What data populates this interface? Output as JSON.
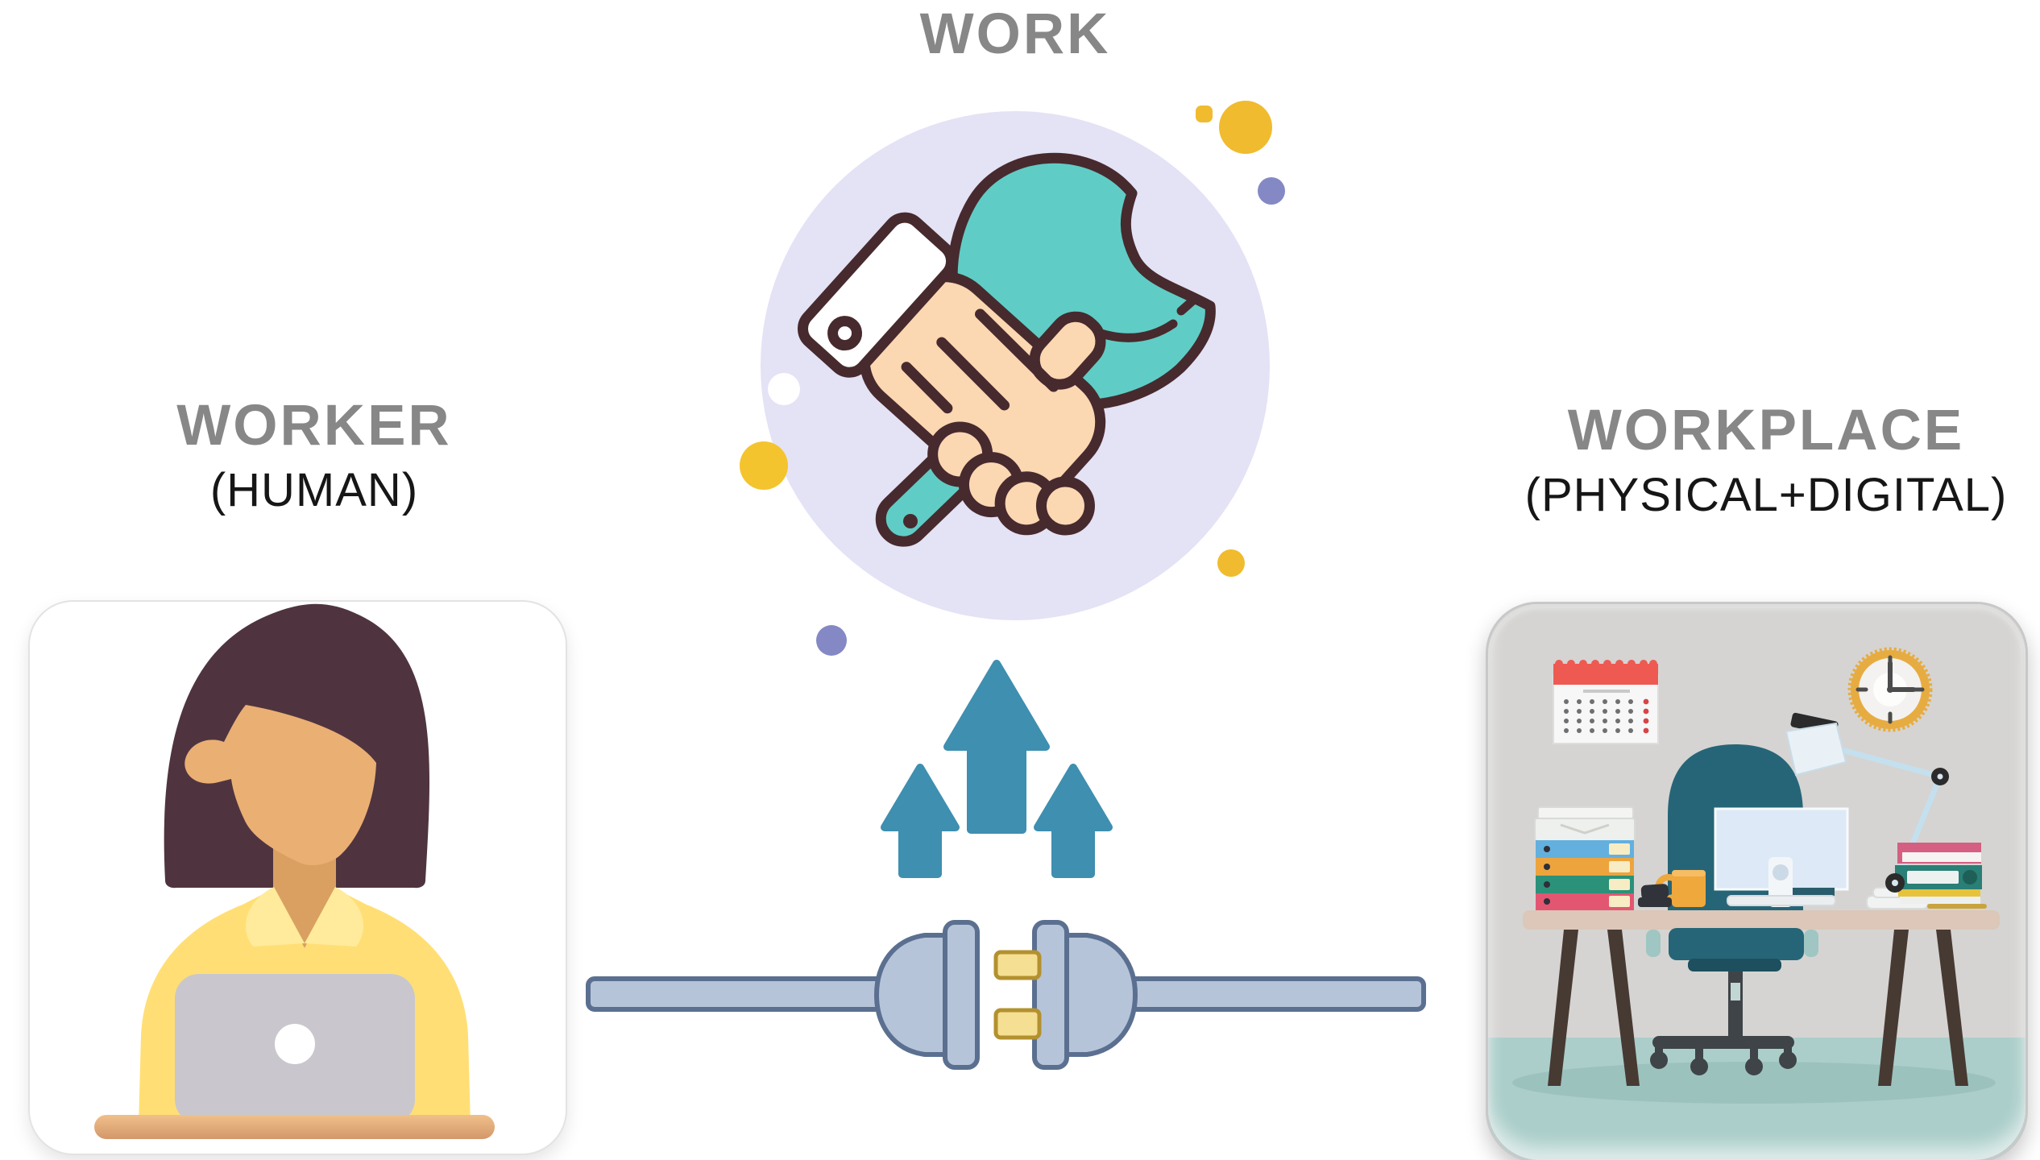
{
  "diagram": {
    "work": {
      "label": "WORK",
      "icon": "hand-holding-wrench-icon"
    },
    "worker": {
      "title": "WORKER",
      "subtitle": "(HUMAN)",
      "icon": "woman-at-laptop-illustration"
    },
    "workplace": {
      "title": "WORKPLACE",
      "subtitle": "(PHYSICAL+DIGITAL)",
      "icon": "office-desk-illustration"
    },
    "connector": {
      "icon": "unplugged-cable-connector-icon",
      "arrows_icon": "three-up-arrows-icon"
    }
  },
  "palette": {
    "background": "#ffffff",
    "title_gray": "#878787",
    "subtitle_black": "#161616",
    "circle_lavender": "#e4e2f5",
    "wrench_teal": "#5fcdc5",
    "outline_brown": "#472a2e",
    "skin": "#fbd7b2",
    "dot_yellow": "#f0bb2e",
    "dot_purple": "#8489c5",
    "arrow_teal": "#3e8fb0",
    "plug_steel": "#b6c4d9",
    "plug_outline": "#5b7090",
    "prong_gold": "#f5df92",
    "hair_plum": "#4f3440",
    "blouse_yellow": "#ffdf75",
    "laptop_gray": "#c9c7cd",
    "desk_tan": "#e8b57e",
    "office_wall": "#d5d4d2",
    "office_floor": "#abceca",
    "chair_teal": "#266577",
    "calendar_red": "#ee5a52",
    "clock_gold": "#e7ac41"
  }
}
